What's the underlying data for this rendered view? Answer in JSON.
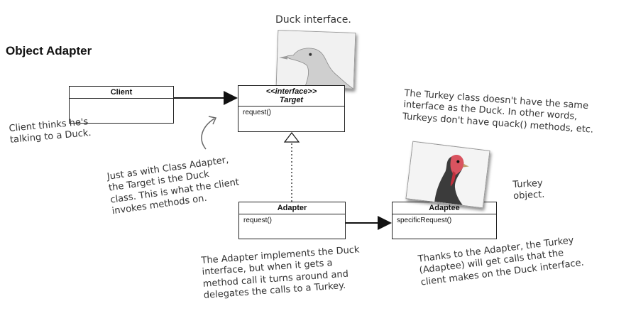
{
  "title": "Object Adapter",
  "notes": {
    "duck_interface": "Duck interface.",
    "client_thinks": "Client thinks he's\ntalking to a Duck.",
    "target_note": "Just as with Class Adapter,\nthe Target is the Duck\nclass. This is what the client\ninvokes methods on.",
    "turkey_note": "The Turkey class doesn't have the same\ninterface as the Duck. In other words,\nTurkeys don't have quack() methods, etc.",
    "turkey_object": "Turkey\nobject.",
    "adapter_note": "The Adapter implements the Duck\ninterface, but when it gets a\nmethod call it turns around and\ndelegates the calls to a Turkey.",
    "thanks_note": "Thanks to the Adapter, the Turkey\n(Adaptee) will get calls that the\nclient makes on the Duck interface."
  },
  "classes": {
    "client": {
      "name": "Client"
    },
    "target": {
      "stereotype": "<<interface>>",
      "name": "Target",
      "method": "request()"
    },
    "adapter": {
      "name": "Adapter",
      "method": "request()"
    },
    "adaptee": {
      "name": "Adaptee",
      "method": "specificRequest()"
    }
  }
}
